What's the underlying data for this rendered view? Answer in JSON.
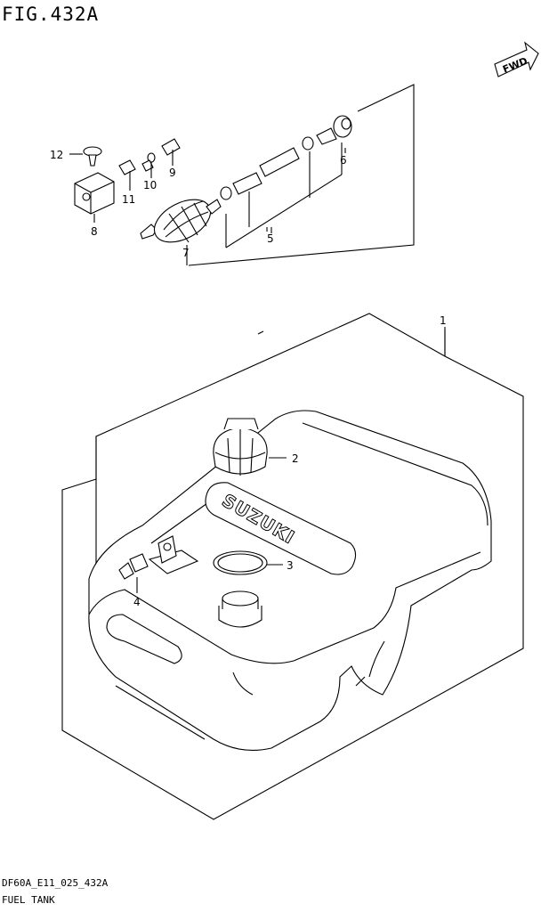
{
  "figure": {
    "title": "FIG.432A",
    "code": "DF60A_E11_025_432A",
    "name": "FUEL TANK"
  },
  "forward_indicator": "FWD",
  "tank_brand_mark": "SUZUKI",
  "callouts": [
    {
      "id": "1",
      "label": "1"
    },
    {
      "id": "2",
      "label": "2"
    },
    {
      "id": "3",
      "label": "3"
    },
    {
      "id": "4",
      "label": "4"
    },
    {
      "id": "5",
      "label": "5"
    },
    {
      "id": "6",
      "label": "6"
    },
    {
      "id": "7",
      "label": "7"
    },
    {
      "id": "8",
      "label": "8"
    },
    {
      "id": "9",
      "label": "9"
    },
    {
      "id": "10",
      "label": "10"
    },
    {
      "id": "11",
      "label": "11"
    },
    {
      "id": "12",
      "label": "12"
    }
  ]
}
